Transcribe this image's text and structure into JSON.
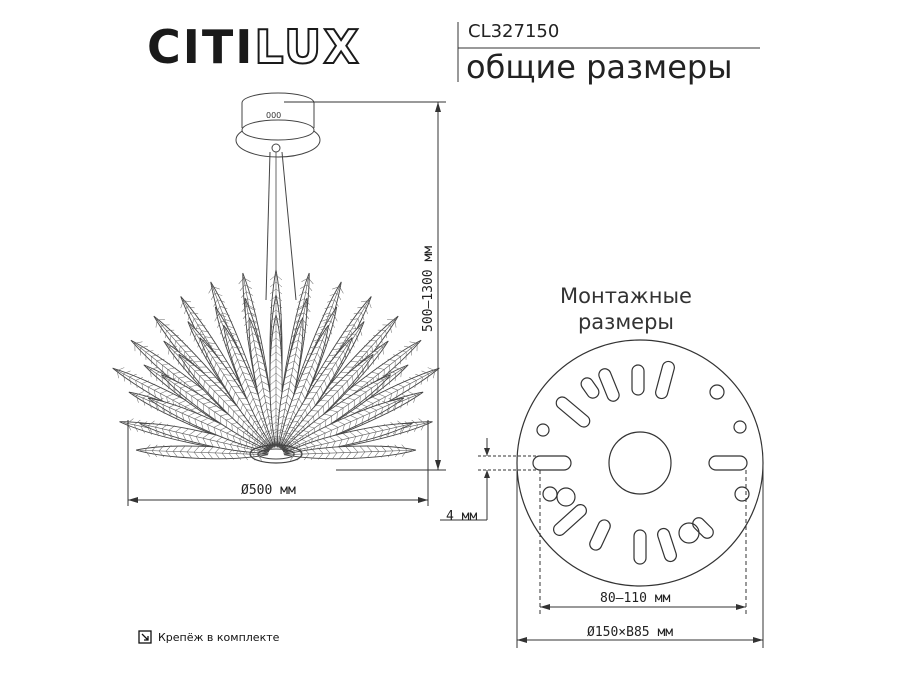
{
  "brand": {
    "prefix": "CITI",
    "suffix": "LUX"
  },
  "model_code": "CL327150",
  "subtitle": "общие размеры",
  "mounting": {
    "title_line1": "Монтажные",
    "title_line2": "размеры",
    "hole_spacing": "80–110 мм",
    "plate_size": "Ø150×B85 мм",
    "slot_gap": "4 мм"
  },
  "fixture": {
    "diameter": "Ø500 мм",
    "height_range": "500–1300 мм",
    "canopy_marking": "000"
  },
  "footer": {
    "icon": "mounting-kit-icon",
    "text": "Крепёж в комплекте"
  }
}
